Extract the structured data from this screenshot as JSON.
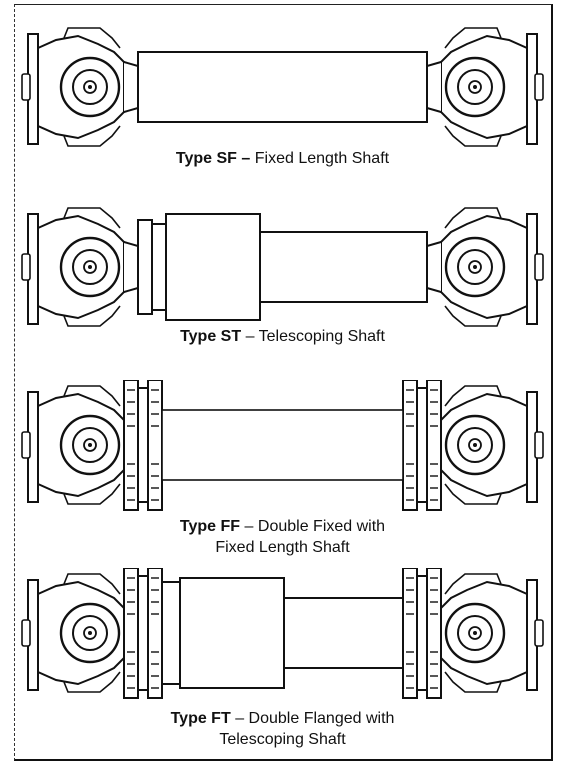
{
  "diagrams": [
    {
      "type_label": "Type SF",
      "separator": "–",
      "description": "Fixed Length Shaft",
      "description_line2": ""
    },
    {
      "type_label": "Type ST",
      "separator": "–",
      "description": "Telescoping Shaft",
      "description_line2": ""
    },
    {
      "type_label": "Type FF",
      "separator": "–",
      "description": "Double Fixed with",
      "description_line2": "Fixed Length Shaft"
    },
    {
      "type_label": "Type FT",
      "separator": "–",
      "description": "Double Flanged with",
      "description_line2": "Telescoping Shaft"
    }
  ],
  "colors": {
    "ink": "#111111",
    "paper": "#ffffff"
  },
  "icons": [
    "universal-joint-icon",
    "flange-plate-icon",
    "bolted-flange-icon"
  ]
}
